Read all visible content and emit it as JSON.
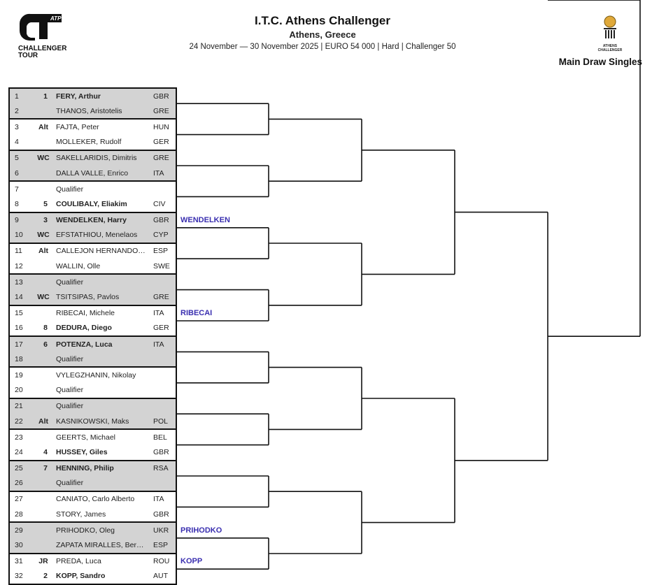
{
  "header": {
    "title": "I.T.C. Athens Challenger",
    "location": "Athens, Greece",
    "details": "24 November — 30 November 2025 | EURO 54 000 | Hard | Challenger 50",
    "draw_name": "Main Draw Singles"
  },
  "logos": {
    "left": "ATP CHALLENGER TOUR",
    "left_line1": "CHALLENGER",
    "left_line2": "TOUR",
    "right": "ATHENS CHALLENGER"
  },
  "players": [
    {
      "n": "1",
      "s": "1",
      "name": "FERY, Arthur",
      "nat": "GBR",
      "bold": true
    },
    {
      "n": "2",
      "s": "",
      "name": "THANOS, Aristotelis",
      "nat": "GRE"
    },
    {
      "n": "3",
      "s": "Alt",
      "name": "FAJTA, Peter",
      "nat": "HUN"
    },
    {
      "n": "4",
      "s": "",
      "name": "MOLLEKER, Rudolf",
      "nat": "GER"
    },
    {
      "n": "5",
      "s": "WC",
      "name": "SAKELLARIDIS, Dimitris",
      "nat": "GRE"
    },
    {
      "n": "6",
      "s": "",
      "name": "DALLA VALLE, Enrico",
      "nat": "ITA"
    },
    {
      "n": "7",
      "s": "",
      "name": "Qualifier",
      "nat": ""
    },
    {
      "n": "8",
      "s": "5",
      "name": "COULIBALY, Eliakim",
      "nat": "CIV",
      "bold": true
    },
    {
      "n": "9",
      "s": "3",
      "name": "WENDELKEN, Harry",
      "nat": "GBR",
      "bold": true
    },
    {
      "n": "10",
      "s": "WC",
      "name": "EFSTATHIOU, Menelaos",
      "nat": "CYP"
    },
    {
      "n": "11",
      "s": "Alt",
      "name": "CALLEJON HERNANDO…",
      "nat": "ESP"
    },
    {
      "n": "12",
      "s": "",
      "name": "WALLIN, Olle",
      "nat": "SWE"
    },
    {
      "n": "13",
      "s": "",
      "name": "Qualifier",
      "nat": ""
    },
    {
      "n": "14",
      "s": "WC",
      "name": "TSITSIPAS, Pavlos",
      "nat": "GRE"
    },
    {
      "n": "15",
      "s": "",
      "name": "RIBECAI, Michele",
      "nat": "ITA"
    },
    {
      "n": "16",
      "s": "8",
      "name": "DEDURA, Diego",
      "nat": "GER",
      "bold": true
    },
    {
      "n": "17",
      "s": "6",
      "name": "POTENZA, Luca",
      "nat": "ITA",
      "bold": true
    },
    {
      "n": "18",
      "s": "",
      "name": "Qualifier",
      "nat": ""
    },
    {
      "n": "19",
      "s": "",
      "name": "VYLEGZHANIN, Nikolay",
      "nat": ""
    },
    {
      "n": "20",
      "s": "",
      "name": "Qualifier",
      "nat": ""
    },
    {
      "n": "21",
      "s": "",
      "name": "Qualifier",
      "nat": ""
    },
    {
      "n": "22",
      "s": "Alt",
      "name": "KASNIKOWSKI, Maks",
      "nat": "POL"
    },
    {
      "n": "23",
      "s": "",
      "name": "GEERTS, Michael",
      "nat": "BEL"
    },
    {
      "n": "24",
      "s": "4",
      "name": "HUSSEY, Giles",
      "nat": "GBR",
      "bold": true
    },
    {
      "n": "25",
      "s": "7",
      "name": "HENNING, Philip",
      "nat": "RSA",
      "bold": true
    },
    {
      "n": "26",
      "s": "",
      "name": "Qualifier",
      "nat": ""
    },
    {
      "n": "27",
      "s": "",
      "name": "CANIATO, Carlo Alberto",
      "nat": "ITA"
    },
    {
      "n": "28",
      "s": "",
      "name": "STORY, James",
      "nat": "GBR"
    },
    {
      "n": "29",
      "s": "",
      "name": "PRIHODKO, Oleg",
      "nat": "UKR"
    },
    {
      "n": "30",
      "s": "",
      "name": "ZAPATA MIRALLES, Ber…",
      "nat": "ESP"
    },
    {
      "n": "31",
      "s": "JR",
      "name": "PREDA, Luca",
      "nat": "ROU"
    },
    {
      "n": "32",
      "s": "2",
      "name": "KOPP, Sandro",
      "nat": "AUT",
      "bold": true
    }
  ],
  "round1_winners": [
    {
      "match": 4,
      "name": "WENDELKEN"
    },
    {
      "match": 7,
      "name": "RIBECAI"
    },
    {
      "match": 14,
      "name": "PRIHODKO"
    },
    {
      "match": 15,
      "name": "KOPP"
    }
  ],
  "colors": {
    "winner": "#3a2fb0",
    "shade": "#d3d3d3"
  }
}
